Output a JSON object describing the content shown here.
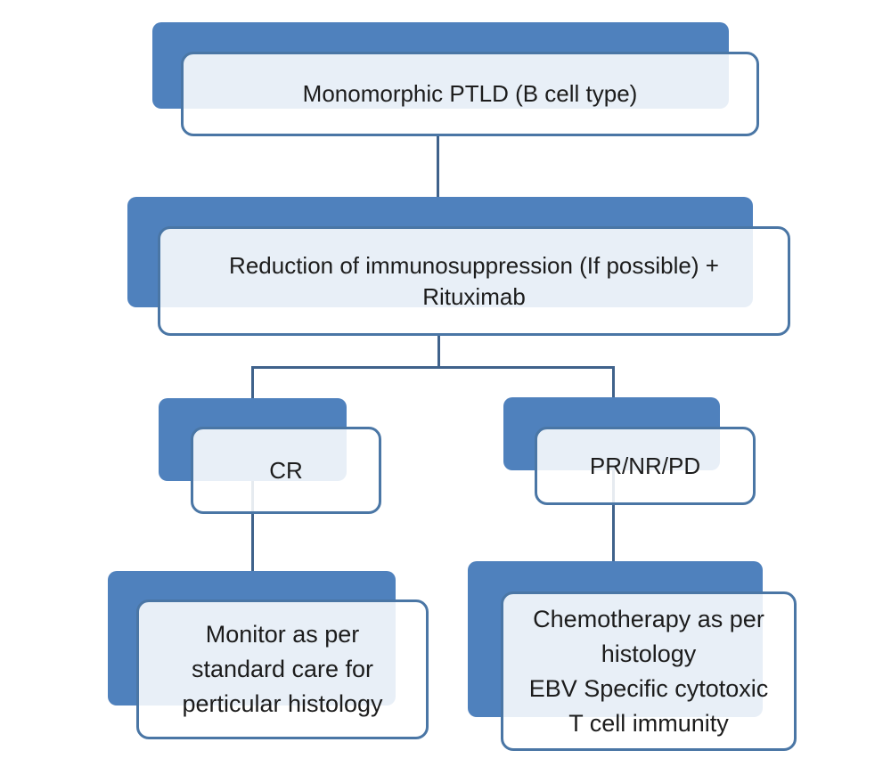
{
  "diagram": {
    "type": "flowchart",
    "nodes": [
      {
        "id": "monomorphic",
        "label": "Monomorphic PTLD (B cell type)"
      },
      {
        "id": "ris-rituximab",
        "label": "Reduction of immunosuppression (If possible) +\nRituximab"
      },
      {
        "id": "cr",
        "label": "CR"
      },
      {
        "id": "pr-nr-pd",
        "label": "PR/NR/PD"
      },
      {
        "id": "monitor",
        "label": "Monitor as per\nstandard care for\nperticular histology"
      },
      {
        "id": "chemo",
        "label": "Chemotherapy as per\nhistology\nEBV Specific cytotoxic\nT cell immunity"
      }
    ],
    "edges": [
      {
        "from": "monomorphic",
        "to": "ris-rituximab"
      },
      {
        "from": "ris-rituximab",
        "to": "cr"
      },
      {
        "from": "ris-rituximab",
        "to": "pr-nr-pd"
      },
      {
        "from": "cr",
        "to": "monitor"
      },
      {
        "from": "pr-nr-pd",
        "to": "chemo"
      }
    ],
    "colors": {
      "node_shadow": "#4f81bd",
      "node_border": "#4a76a5",
      "node_fill_overlap": "#e9eef7",
      "node_fill": "#ffffff",
      "connector": "#3f628b",
      "text": "#1c1c1c",
      "background": "#ffffff"
    }
  }
}
